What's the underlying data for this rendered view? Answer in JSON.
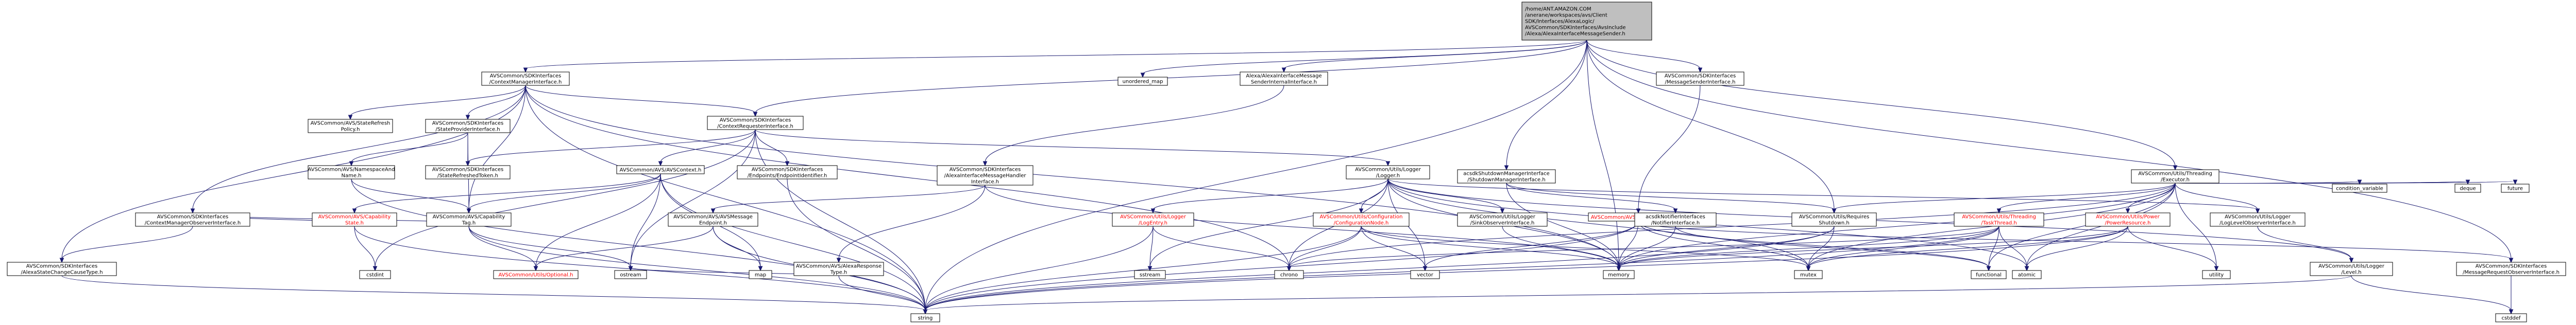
{
  "graph": {
    "colors": {
      "root_fill": "#bfbfbf",
      "node_fill": "#ffffff",
      "node_border": "#000000",
      "edge": "#191970",
      "link_red": "#ff0000"
    },
    "nodes": {
      "root": {
        "lines": [
          "/home/ANT.AMAZON.COM",
          "/anerane/workspaces/avs/Client",
          "SDK/Interfaces/AlexaLogic/",
          "AVSCommon/SDKInterfaces/AvsInclude",
          "/Alexa/AlexaInterfaceMessageSender.h"
        ]
      },
      "contextManager": {
        "lines": [
          "AVSCommon/SDKInterfaces",
          "/ContextManagerInterface.h"
        ]
      },
      "unordered_map": {
        "lines": [
          "unordered_map"
        ]
      },
      "senderInternal": {
        "lines": [
          "Alexa/AlexaInterfaceMessage",
          "SenderInternalInterface.h"
        ]
      },
      "msgSender": {
        "lines": [
          "AVSCommon/SDKInterfaces",
          "/MessageSenderInterface.h"
        ]
      },
      "shutdownMgr": {
        "lines": [
          "acsdkShutdownManagerInterface",
          "/ShutdownManagerInterface.h"
        ]
      },
      "executor": {
        "lines": [
          "AVSCommon/Utils/Threading",
          "/Executor.h"
        ]
      },
      "contextRequester": {
        "lines": [
          "AVSCommon/SDKInterfaces",
          "/ContextRequesterInterface.h"
        ]
      },
      "refreshPolicy": {
        "lines": [
          "AVSCommon/AVS/StateRefresh",
          "Policy.h"
        ]
      },
      "stateProvider": {
        "lines": [
          "AVSCommon/SDKInterfaces",
          "/StateProviderInterface.h"
        ]
      },
      "contextMgrObserver": {
        "lines": [
          "AVSCommon/SDKInterfaces",
          "/ContextManagerObserverInterface.h"
        ]
      },
      "alexaStateChange": {
        "lines": [
          "AVSCommon/SDKInterfaces",
          "/AlexaStateChangeCauseType.h"
        ]
      },
      "namespaceAndName": {
        "lines": [
          "AVSCommon/AVS/NamespaceAnd",
          "Name.h"
        ]
      },
      "capabilityTag": {
        "lines": [
          "AVSCommon/AVS/Capability",
          "Tag.h"
        ]
      },
      "capabilityState": {
        "lines": [
          "AVSCommon/AVS/Capability",
          "State.h"
        ]
      },
      "optional": {
        "lines": [
          "AVSCommon/Utils/Optional.h"
        ]
      },
      "cstdint": {
        "lines": [
          "cstdint"
        ]
      },
      "string": {
        "lines": [
          "string"
        ]
      },
      "stateRefreshed": {
        "lines": [
          "AVSCommon/SDKInterfaces",
          "/StateRefreshedToken.h"
        ]
      },
      "avsContext": {
        "lines": [
          "AVSCommon/AVS/AVSContext.h"
        ]
      },
      "endpointIdentifier": {
        "lines": [
          "AVSCommon/SDKInterfaces",
          "/Endpoints/EndpointIdentifier.h"
        ]
      },
      "endpoint": {
        "lines": [
          "AVSCommon/AVS/AVSMessage",
          "Endpoint.h"
        ]
      },
      "ostream": {
        "lines": [
          "ostream"
        ]
      },
      "map": {
        "lines": [
          "map"
        ]
      },
      "alexaResponse": {
        "lines": [
          "AVSCommon/AVS/AlexaResponse",
          "Type.h"
        ]
      },
      "alexaMsgHandler": {
        "lines": [
          "AVSCommon/SDKInterfaces",
          "/AlexaInterfaceMessageHandler",
          "Interface.h"
        ]
      },
      "logger": {
        "lines": [
          "AVSCommon/Utils/Logger",
          "/Logger.h"
        ]
      },
      "logEntry": {
        "lines": [
          "AVSCommon/Utils/Logger",
          "/LogEntry.h"
        ]
      },
      "sstream": {
        "lines": [
          "sstream"
        ]
      },
      "configNode": {
        "lines": [
          "AVSCommon/Utils/Configuration",
          "/ConfigurationNode.h"
        ]
      },
      "sinkObserver": {
        "lines": [
          "AVSCommon/Utils/Logger",
          "/SinkObserverInterface.h"
        ]
      },
      "logLevelObs": {
        "lines": [
          "AVSCommon/Utils/Logger",
          "/LogLevelObserverInterface.h"
        ]
      },
      "chrono": {
        "lines": [
          "chrono"
        ]
      },
      "vector": {
        "lines": [
          "vector"
        ]
      },
      "messageRequest": {
        "lines": [
          "AVSCommon/AVS/MessageRequest.h"
        ]
      },
      "memory": {
        "lines": [
          "memory"
        ]
      },
      "mutex": {
        "lines": [
          "mutex"
        ]
      },
      "notifier": {
        "lines": [
          "acsdkNotifierInterfaces",
          "/NotifierInterface.h"
        ]
      },
      "requiresShutdown": {
        "lines": [
          "AVSCommon/Utils/Requires",
          "Shutdown.h"
        ]
      },
      "functional": {
        "lines": [
          "functional"
        ]
      },
      "atomic": {
        "lines": [
          "atomic"
        ]
      },
      "taskThread": {
        "lines": [
          "AVSCommon/Utils/Threading",
          "/TaskThread.h"
        ]
      },
      "powerResource": {
        "lines": [
          "AVSCommon/Utils/Power",
          "/PowerResource.h"
        ]
      },
      "utility": {
        "lines": [
          "utility"
        ]
      },
      "level": {
        "lines": [
          "AVSCommon/Utils/Logger",
          "/Level.h"
        ]
      },
      "msgReqObserver": {
        "lines": [
          "AVSCommon/SDKInterfaces",
          "/MessageRequestObserverInterface.h"
        ]
      },
      "cstddef": {
        "lines": [
          "cstddef"
        ]
      },
      "condition_variable": {
        "lines": [
          "condition_variable"
        ]
      },
      "deque": {
        "lines": [
          "deque"
        ]
      },
      "future": {
        "lines": [
          "future"
        ]
      }
    }
  }
}
